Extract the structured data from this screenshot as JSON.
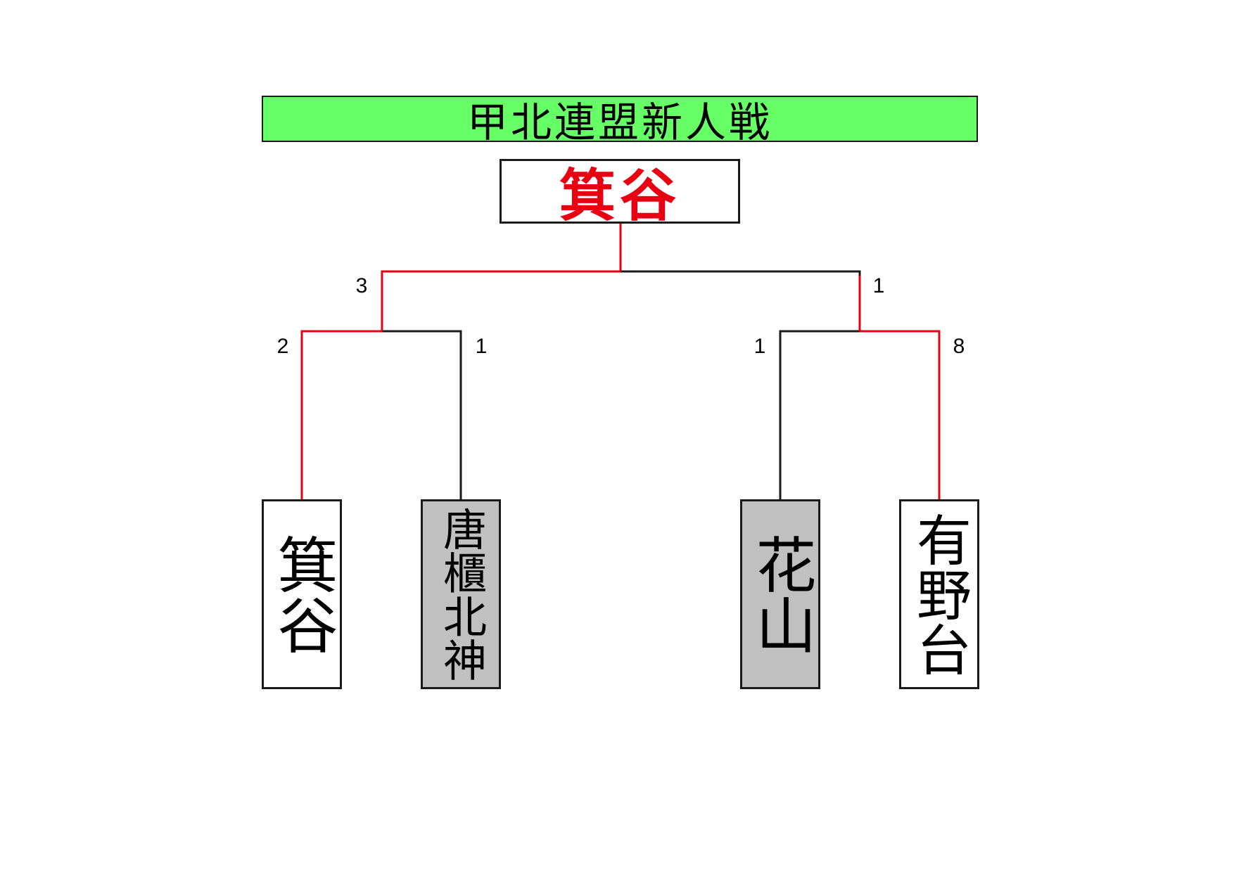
{
  "title": {
    "text": "甲北連盟新人戦",
    "background": "#66ff66"
  },
  "champion": {
    "name": "箕谷",
    "color": "#e60012"
  },
  "teams": [
    {
      "name": "箕谷",
      "status": "winner",
      "background": "#ffffff"
    },
    {
      "name": "唐櫃北神",
      "status": "eliminated",
      "background": "#c0c0c0"
    },
    {
      "name": "花山",
      "status": "eliminated",
      "background": "#c0c0c0"
    },
    {
      "name": "有野台",
      "status": "winner",
      "background": "#ffffff"
    }
  ],
  "matches": {
    "round1_left": {
      "score_a": "2",
      "score_b": "1"
    },
    "round1_right": {
      "score_a": "1",
      "score_b": "8"
    },
    "final": {
      "score_a": "3",
      "score_b": "1"
    }
  },
  "colors": {
    "winner_line": "#e60012",
    "loser_line": "#1a1a1a"
  }
}
